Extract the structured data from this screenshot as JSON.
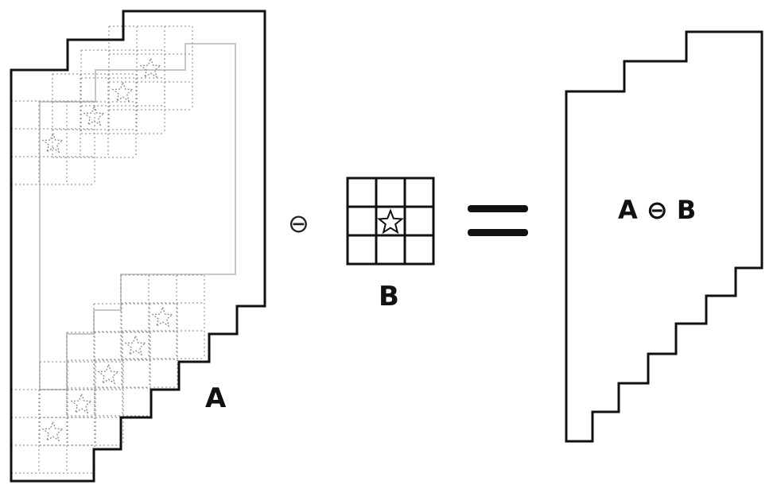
{
  "diagram": {
    "label_a": "A",
    "label_b": "B",
    "label_result": "A ⊖ B",
    "operator": "⊖",
    "equals": "="
  },
  "colors": {
    "stroke": "#111111",
    "faint_outline": "#c8c8c8",
    "dotted_grid": "#9a9a9a",
    "background": "#ffffff"
  },
  "icons": {
    "origin_marker": "star-icon"
  }
}
